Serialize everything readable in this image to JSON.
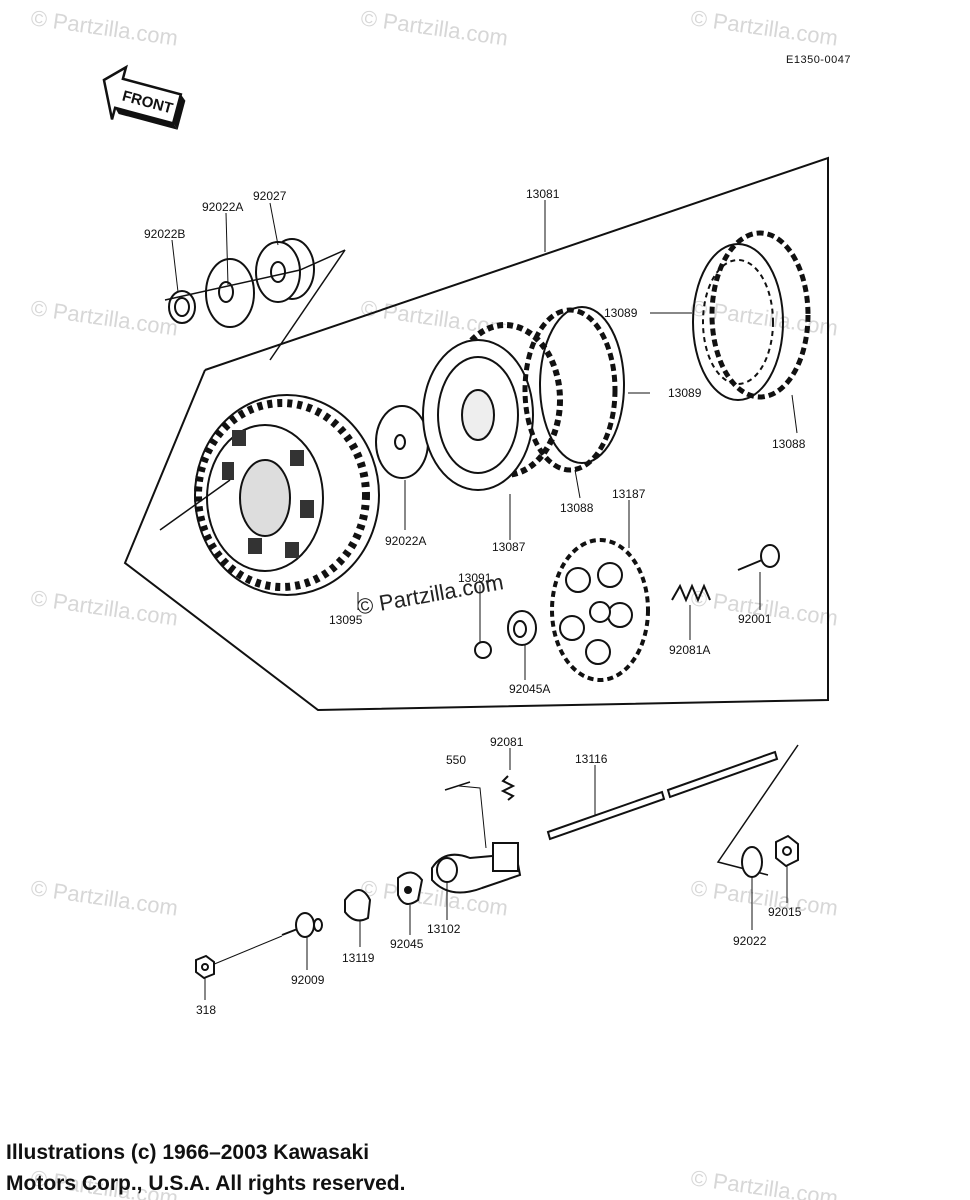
{
  "diagram": {
    "code": "E1350-0047",
    "front_label": "FRONT",
    "center_mark": "© Partzilla.com",
    "watermark": "© Partzilla.com",
    "copyright": [
      "Illustrations (c) 1966–2003 Kawasaki",
      "Motors Corp., U.S.A.  All rights reserved."
    ]
  },
  "parts": {
    "p13081": "13081",
    "p92027": "92027",
    "p92022A_top": "92022A",
    "p92022B": "92022B",
    "p13089_a": "13089",
    "p13089_b": "13089",
    "p13088_right": "13088",
    "p13088_mid": "13088",
    "p13187": "13187",
    "p92022A_mid": "92022A",
    "p13087": "13087",
    "p13095": "13095",
    "p13091": "13091",
    "p92045A": "92045A",
    "p92081A": "92081A",
    "p92001": "92001",
    "p92081": "92081",
    "p550": "550",
    "p13116": "13116",
    "p92045": "92045",
    "p13102": "13102",
    "p13119": "13119",
    "p92009": "92009",
    "p318": "318",
    "p92015": "92015",
    "p92022": "92022"
  }
}
